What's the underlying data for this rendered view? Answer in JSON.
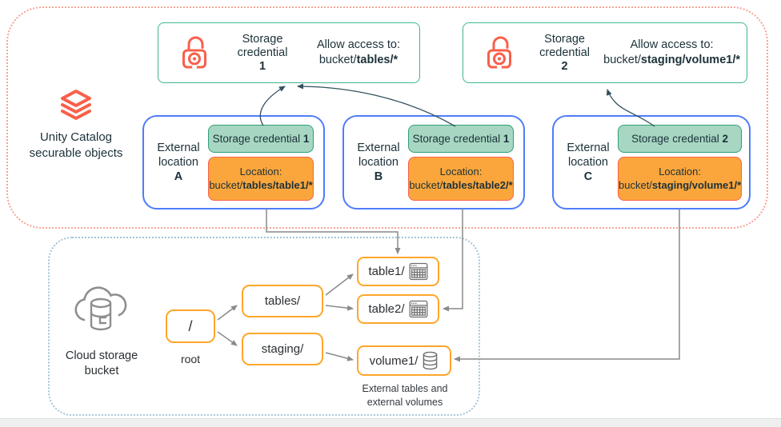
{
  "unity_catalog": {
    "label_line1": "Unity Catalog",
    "label_line2": "securable objects"
  },
  "storage_credentials": [
    {
      "name_line1": "Storage",
      "name_line2": "credential",
      "number": "1",
      "allow_label": "Allow access to:",
      "path_prefix": "bucket/",
      "path_bold": "tables/*"
    },
    {
      "name_line1": "Storage",
      "name_line2": "credential",
      "number": "2",
      "allow_label": "Allow access to:",
      "path_prefix": "bucket/",
      "path_bold": "staging/volume1/*"
    }
  ],
  "external_locations": [
    {
      "label_line1": "External",
      "label_line2": "location",
      "letter": "A",
      "credential_label": "Storage credential ",
      "credential_number": "1",
      "location_label": "Location:",
      "path_prefix": "bucket/",
      "path_bold": "tables/table1/*"
    },
    {
      "label_line1": "External",
      "label_line2": "location",
      "letter": "B",
      "credential_label": "Storage credential ",
      "credential_number": "1",
      "location_label": "Location:",
      "path_prefix": "bucket/",
      "path_bold": "tables/table2/*"
    },
    {
      "label_line1": "External",
      "label_line2": "location",
      "letter": "C",
      "credential_label": "Storage credential ",
      "credential_number": "2",
      "location_label": "Location:",
      "path_prefix": "bucket/",
      "path_bold": "staging/volume1/*"
    }
  ],
  "cloud_bucket": {
    "label_line1": "Cloud storage",
    "label_line2": "bucket",
    "root_node": {
      "text": "/",
      "caption": "root"
    },
    "folder_nodes": [
      {
        "text": "tables/"
      },
      {
        "text": "staging/"
      }
    ],
    "leaf_nodes": [
      {
        "text": "table1/",
        "icon": "table-icon"
      },
      {
        "text": "table2/",
        "icon": "table-icon"
      },
      {
        "text": "volume1/",
        "icon": "volume-icon"
      }
    ],
    "caption_line1": "External tables and",
    "caption_line2": "external volumes"
  },
  "colors": {
    "brand_red": "#F9604A",
    "credential_green_border": "#3FB68E",
    "badge_green_fill": "#A7D7C2",
    "badge_green_border": "#2E9F77",
    "badge_orange_fill": "#FBA63C",
    "badge_orange_border": "#F9604A",
    "location_blue_border": "#4F7DF9",
    "node_orange_border": "#FFA62B",
    "container_red_dotted": "#F9A396",
    "container_blue_dotted": "#A4C6D8",
    "arrow_dark": "#33515E",
    "arrow_gray": "#8A8A8A",
    "text_dark": "#1B3139"
  }
}
